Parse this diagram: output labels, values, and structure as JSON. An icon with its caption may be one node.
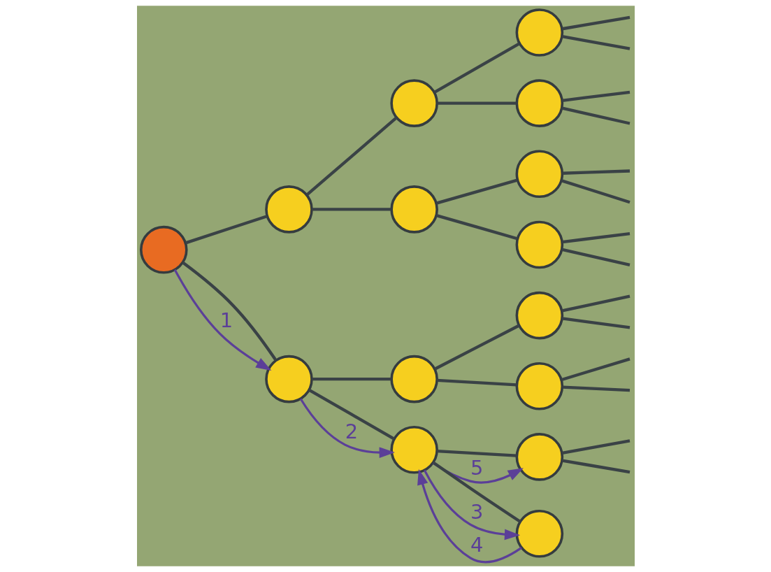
{
  "diagram": {
    "nodes": [
      {
        "text": [],
        "shape": "circle"
      },
      {
        "text": [],
        "shape": "circle"
      },
      {
        "text": [],
        "shape": "circle"
      },
      {
        "text": [],
        "shape": "circle"
      },
      {
        "text": [],
        "shape": "circle"
      },
      {
        "text": [],
        "shape": "circle"
      },
      {
        "text": [],
        "shape": "circle"
      },
      {
        "text": [],
        "shape": "circle"
      },
      {
        "text": [],
        "shape": "circle"
      },
      {
        "text": [],
        "shape": "circle"
      },
      {
        "text": [],
        "shape": "circle"
      },
      {
        "text": [],
        "shape": "circle"
      },
      {
        "text": [],
        "shape": "circle"
      },
      {
        "text": [],
        "shape": "circle"
      },
      {
        "text": [],
        "shape": "circle"
      }
    ],
    "edges": [
      {
        "from": 0,
        "to": 1,
        "arrow": "none"
      },
      {
        "from": 0,
        "to": 2,
        "arrow": "none"
      },
      {
        "from": 1,
        "to": 3,
        "arrow": "none"
      },
      {
        "from": 1,
        "to": 4,
        "arrow": "none"
      },
      {
        "from": 2,
        "to": 5,
        "arrow": "none"
      },
      {
        "from": 2,
        "to": 6,
        "arrow": "none"
      },
      {
        "from": 3,
        "to": 7,
        "arrow": "none"
      },
      {
        "from": 3,
        "to": 8,
        "arrow": "none"
      },
      {
        "from": 4,
        "to": 9,
        "arrow": "none"
      },
      {
        "from": 4,
        "to": 10,
        "arrow": "none"
      },
      {
        "from": 5,
        "to": 11,
        "arrow": "none"
      },
      {
        "from": 5,
        "to": 12,
        "arrow": "none"
      },
      {
        "from": 6,
        "to": 13,
        "arrow": "none"
      },
      {
        "from": 6,
        "to": 14,
        "arrow": "none"
      },
      {
        "from": 7,
        "to": null,
        "arrow": "none"
      },
      {
        "from": 7,
        "to": null,
        "arrow": "none"
      },
      {
        "from": 8,
        "to": null,
        "arrow": "none"
      },
      {
        "from": 8,
        "to": null,
        "arrow": "none"
      },
      {
        "from": 9,
        "to": null,
        "arrow": "none"
      },
      {
        "from": 9,
        "to": null,
        "arrow": "none"
      },
      {
        "from": 10,
        "to": null,
        "arrow": "none"
      },
      {
        "from": 10,
        "to": null,
        "arrow": "none"
      },
      {
        "from": 11,
        "to": null,
        "arrow": "none"
      },
      {
        "from": 11,
        "to": null,
        "arrow": "none"
      },
      {
        "from": 12,
        "to": null,
        "arrow": "none"
      },
      {
        "from": 12,
        "to": null,
        "arrow": "none"
      },
      {
        "from": 13,
        "to": null,
        "arrow": "none"
      },
      {
        "from": 13,
        "to": null,
        "arrow": "none"
      },
      {
        "from": 0,
        "to": 2,
        "arrow": "to",
        "label": "1",
        "color": "#5b3f98"
      },
      {
        "from": 2,
        "to": 6,
        "arrow": "to",
        "label": "2",
        "color": "#5b3f98"
      },
      {
        "from": 6,
        "to": 14,
        "arrow": "to",
        "label": "3",
        "color": "#5b3f98"
      },
      {
        "from": 14,
        "to": 6,
        "arrow": "to",
        "label": "4",
        "color": "#5b3f98"
      },
      {
        "from": 6,
        "to": 13,
        "arrow": "to",
        "label": "5",
        "color": "#5b3f98"
      }
    ]
  }
}
